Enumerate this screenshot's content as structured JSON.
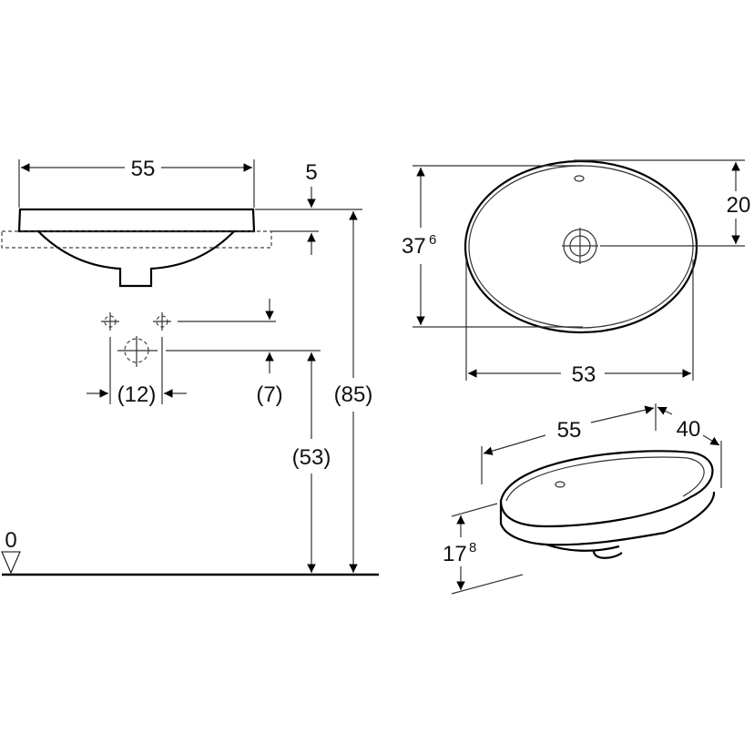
{
  "drawing": {
    "type": "Washbasin technical drawing (dimensions in cm)",
    "colors": {
      "line": "#000000",
      "background": "#ffffff",
      "thin_line": "#333333"
    },
    "front_elevation": {
      "width": "55",
      "rim_thickness": "5",
      "tap_hole_spacing": "(12)",
      "waste_offset": "(7)",
      "waste_height": "(53)",
      "rim_height": "(85)",
      "floor_level": "0"
    },
    "plan_view": {
      "depth": "37",
      "depth_sup": "6",
      "width": "53",
      "drain_offset": "20"
    },
    "isometric_view": {
      "length": "55",
      "width": "40",
      "height": "17",
      "height_sup": "8"
    }
  }
}
